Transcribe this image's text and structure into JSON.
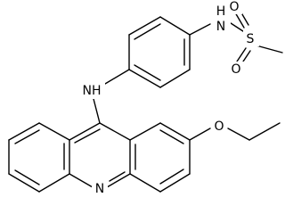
{
  "structure": {
    "atoms": {
      "amine_link": "NH",
      "amide_n": "H",
      "amide_n_letter": "N",
      "sulfur": "S",
      "sulfonyl_o_top": "O",
      "sulfonyl_o_bottom": "O",
      "ring_n": "N",
      "methoxy_o": "O"
    }
  }
}
